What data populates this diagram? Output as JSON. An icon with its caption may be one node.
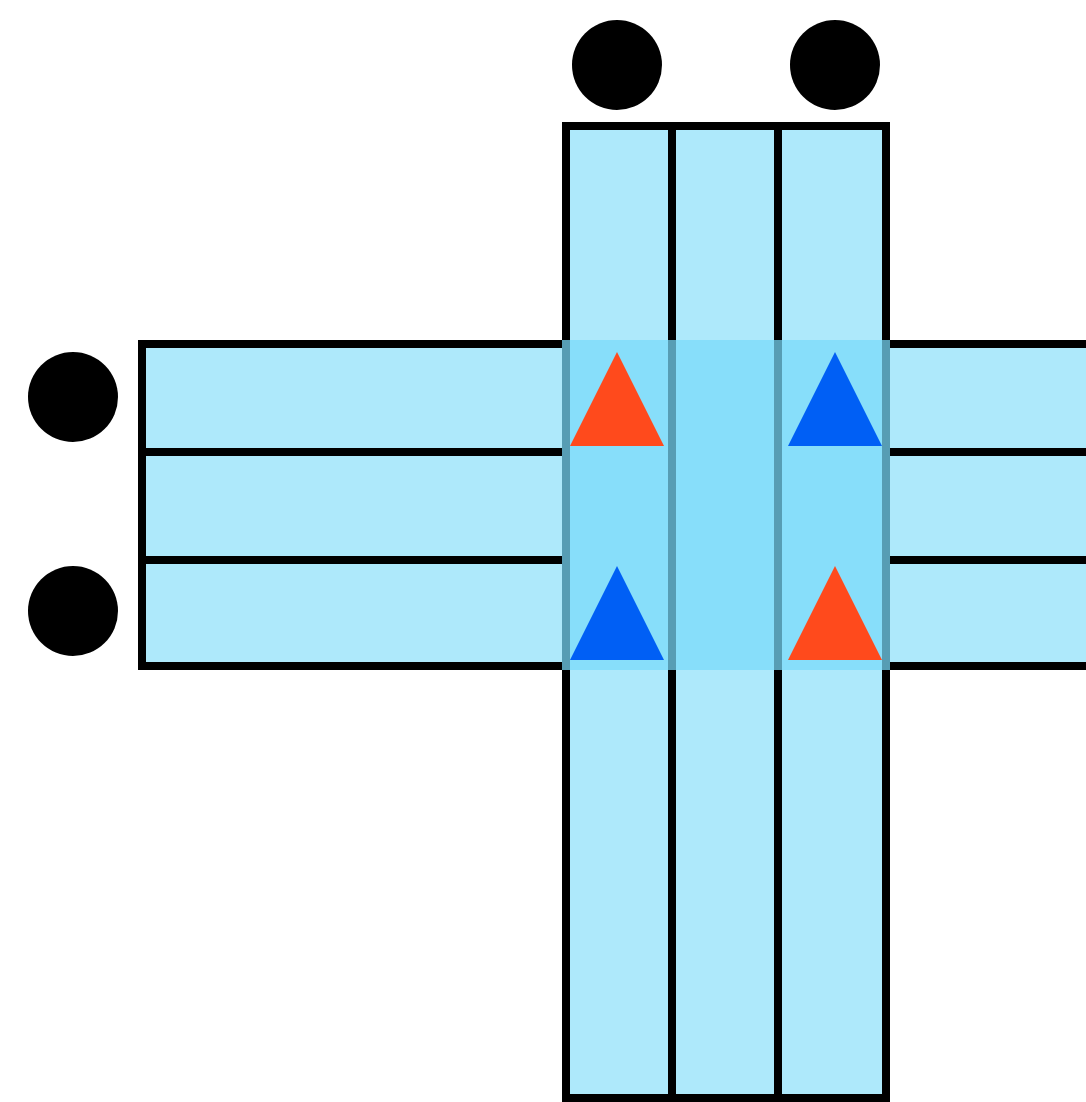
{
  "diagram": {
    "nodes": [
      {
        "text": [],
        "shape": "bar"
      },
      {
        "text": [],
        "shape": "bar"
      },
      {
        "text": [],
        "shape": "bar"
      },
      {
        "text": [],
        "shape": "bar"
      },
      {
        "text": [],
        "shape": "bar"
      },
      {
        "text": [],
        "shape": "bar"
      },
      {
        "text": [],
        "shape": "circle"
      },
      {
        "text": [],
        "shape": "circle"
      },
      {
        "text": [],
        "shape": "circle"
      },
      {
        "text": [],
        "shape": "circle"
      },
      {
        "text": [],
        "shape": "triangle"
      },
      {
        "text": [],
        "shape": "triangle"
      },
      {
        "text": [],
        "shape": "triangle"
      },
      {
        "text": [],
        "shape": "triangle"
      }
    ]
  }
}
